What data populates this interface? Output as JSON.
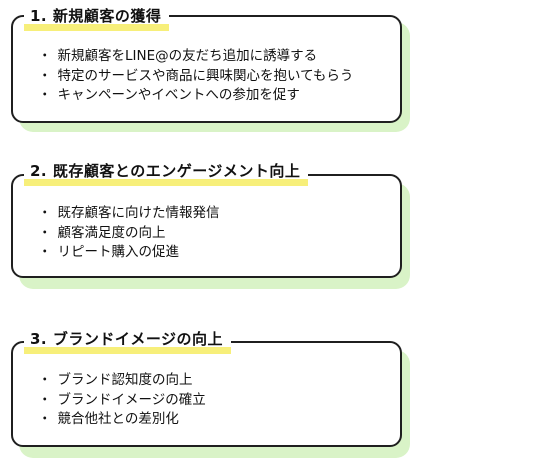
{
  "sections": [
    {
      "title": "1. 新規顧客の獲得",
      "items": [
        "新規顧客をLINE@の友だち追加に誘導する",
        "特定のサービスや商品に興味関心を抱いてもらう",
        "キャンペーンやイベントへの参加を促す"
      ]
    },
    {
      "title": "2. 既存顧客とのエンゲージメント向上",
      "items": [
        "既存顧客に向けた情報発信",
        "顧客満足度の向上",
        "リピート購入の促進"
      ]
    },
    {
      "title": "3. ブランドイメージの向上",
      "items": [
        "ブランド認知度の向上",
        "ブランドイメージの確立",
        "競合他社との差別化"
      ]
    }
  ],
  "bullet": "・",
  "colors": {
    "highlight": "#f7ef7a",
    "shadow": "#d9f3c7",
    "border": "#1f1f1f"
  }
}
